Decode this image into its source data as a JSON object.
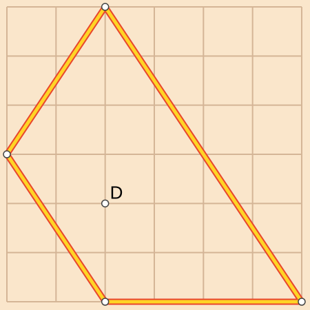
{
  "grid": {
    "columns": 6,
    "rows": 6,
    "background_color": "#fae6cb",
    "line_color": "#d4b596"
  },
  "polygon": {
    "vertices": [
      [
        2,
        6
      ],
      [
        0,
        3
      ],
      [
        2,
        0
      ],
      [
        6,
        0
      ]
    ],
    "outer_stroke_color": "#e8452e",
    "inner_stroke_color": "#ffd426"
  },
  "points": [
    {
      "label": "D",
      "coords": [
        2,
        2
      ]
    }
  ],
  "vertex_marker": {
    "fill": "#ffffff",
    "stroke": "#444444"
  }
}
